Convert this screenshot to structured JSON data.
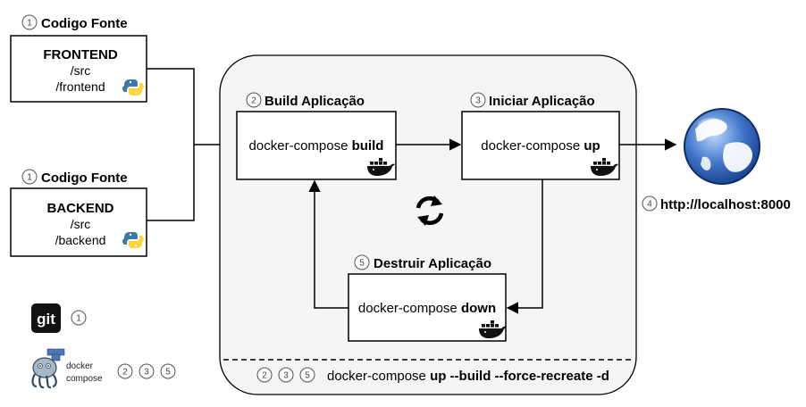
{
  "source_blocks": [
    {
      "step": "1",
      "heading": "Codigo Fonte",
      "title": "FRONTEND",
      "path1": "/src",
      "path2": "/frontend"
    },
    {
      "step": "1",
      "heading": "Codigo Fonte",
      "title": "BACKEND",
      "path1": "/src",
      "path2": "/backend"
    }
  ],
  "stages": {
    "build": {
      "step": "2",
      "heading": "Build Aplicação",
      "cmd": "docker-compose",
      "arg": "build"
    },
    "start": {
      "step": "3",
      "heading": "Iniciar Aplicação",
      "cmd": "docker-compose",
      "arg": "up"
    },
    "destroy": {
      "step": "5",
      "heading": "Destruir Aplicação",
      "cmd": "docker-compose",
      "arg": "down"
    }
  },
  "result": {
    "step": "4",
    "url": "http://localhost:8000"
  },
  "footer": {
    "steps": [
      "2",
      "3",
      "5"
    ],
    "cmd": "docker-compose",
    "args": "up --build --force-recreate -d"
  },
  "legend": {
    "git": {
      "logo_text": "git",
      "steps": [
        "1"
      ]
    },
    "compose": {
      "logo_line1": "docker",
      "logo_line2": "compose",
      "steps": [
        "2",
        "3",
        "5"
      ]
    }
  },
  "icons": [
    "python-icon",
    "docker-whale-icon",
    "refresh-cycle-icon",
    "globe-icon",
    "git-logo-icon",
    "docker-compose-logo-icon"
  ],
  "colors": {
    "line": "#000000",
    "container_fill": "#f5f5f5",
    "python_blue": "#3e77ab",
    "python_yellow": "#ffd43b",
    "globe_blue": "#3f74c8"
  }
}
